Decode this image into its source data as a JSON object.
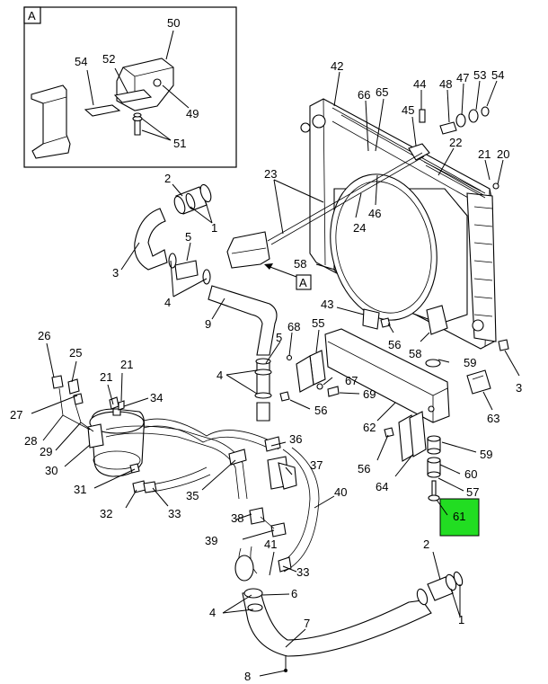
{
  "detail_box": {
    "label": "A"
  },
  "main_ref": {
    "label": "A"
  },
  "highlight": {
    "label": "61",
    "color": "#22dd22"
  },
  "callouts": [
    {
      "id": "c50",
      "text": "50"
    },
    {
      "id": "c54a",
      "text": "54"
    },
    {
      "id": "c52",
      "text": "52"
    },
    {
      "id": "c49",
      "text": "49"
    },
    {
      "id": "c51",
      "text": "51"
    },
    {
      "id": "c42",
      "text": "42"
    },
    {
      "id": "c66",
      "text": "66"
    },
    {
      "id": "c65",
      "text": "65"
    },
    {
      "id": "c44",
      "text": "44"
    },
    {
      "id": "c48",
      "text": "48"
    },
    {
      "id": "c47",
      "text": "47"
    },
    {
      "id": "c53",
      "text": "53"
    },
    {
      "id": "c54b",
      "text": "54"
    },
    {
      "id": "c45",
      "text": "45"
    },
    {
      "id": "c22",
      "text": "22"
    },
    {
      "id": "c21a",
      "text": "21"
    },
    {
      "id": "c20",
      "text": "20"
    },
    {
      "id": "c2a",
      "text": "2"
    },
    {
      "id": "c1a",
      "text": "1"
    },
    {
      "id": "c23",
      "text": "23"
    },
    {
      "id": "c24",
      "text": "24"
    },
    {
      "id": "c46",
      "text": "46"
    },
    {
      "id": "c3a",
      "text": "3"
    },
    {
      "id": "c5a",
      "text": "5"
    },
    {
      "id": "c4a",
      "text": "4"
    },
    {
      "id": "c9",
      "text": "9"
    },
    {
      "id": "c58a",
      "text": "58"
    },
    {
      "id": "c43",
      "text": "43"
    },
    {
      "id": "c55",
      "text": "55"
    },
    {
      "id": "c56a",
      "text": "56"
    },
    {
      "id": "c68",
      "text": "68"
    },
    {
      "id": "c5b",
      "text": "5"
    },
    {
      "id": "c58b",
      "text": "58"
    },
    {
      "id": "c59a",
      "text": "59"
    },
    {
      "id": "c3b",
      "text": "3"
    },
    {
      "id": "c26",
      "text": "26"
    },
    {
      "id": "c25",
      "text": "25"
    },
    {
      "id": "c21b",
      "text": "21"
    },
    {
      "id": "c21c",
      "text": "21"
    },
    {
      "id": "c34",
      "text": "34"
    },
    {
      "id": "c27",
      "text": "27"
    },
    {
      "id": "c28",
      "text": "28"
    },
    {
      "id": "c29",
      "text": "29"
    },
    {
      "id": "c30",
      "text": "30"
    },
    {
      "id": "c4b",
      "text": "4"
    },
    {
      "id": "c67",
      "text": "67"
    },
    {
      "id": "c69",
      "text": "69"
    },
    {
      "id": "c56b",
      "text": "56"
    },
    {
      "id": "c62",
      "text": "62"
    },
    {
      "id": "c63",
      "text": "63"
    },
    {
      "id": "c36",
      "text": "36"
    },
    {
      "id": "c59b",
      "text": "59"
    },
    {
      "id": "c37",
      "text": "37"
    },
    {
      "id": "c56c",
      "text": "56"
    },
    {
      "id": "c60",
      "text": "60"
    },
    {
      "id": "c31",
      "text": "31"
    },
    {
      "id": "c35",
      "text": "35"
    },
    {
      "id": "c64",
      "text": "64"
    },
    {
      "id": "c57",
      "text": "57"
    },
    {
      "id": "c32",
      "text": "32"
    },
    {
      "id": "c33a",
      "text": "33"
    },
    {
      "id": "c40",
      "text": "40"
    },
    {
      "id": "c38",
      "text": "38"
    },
    {
      "id": "c39",
      "text": "39"
    },
    {
      "id": "c41",
      "text": "41"
    },
    {
      "id": "c2b",
      "text": "2"
    },
    {
      "id": "c33b",
      "text": "33"
    },
    {
      "id": "c6",
      "text": "6"
    },
    {
      "id": "c4c",
      "text": "4"
    },
    {
      "id": "c1b",
      "text": "1"
    },
    {
      "id": "c7",
      "text": "7"
    },
    {
      "id": "c8",
      "text": "8"
    }
  ]
}
